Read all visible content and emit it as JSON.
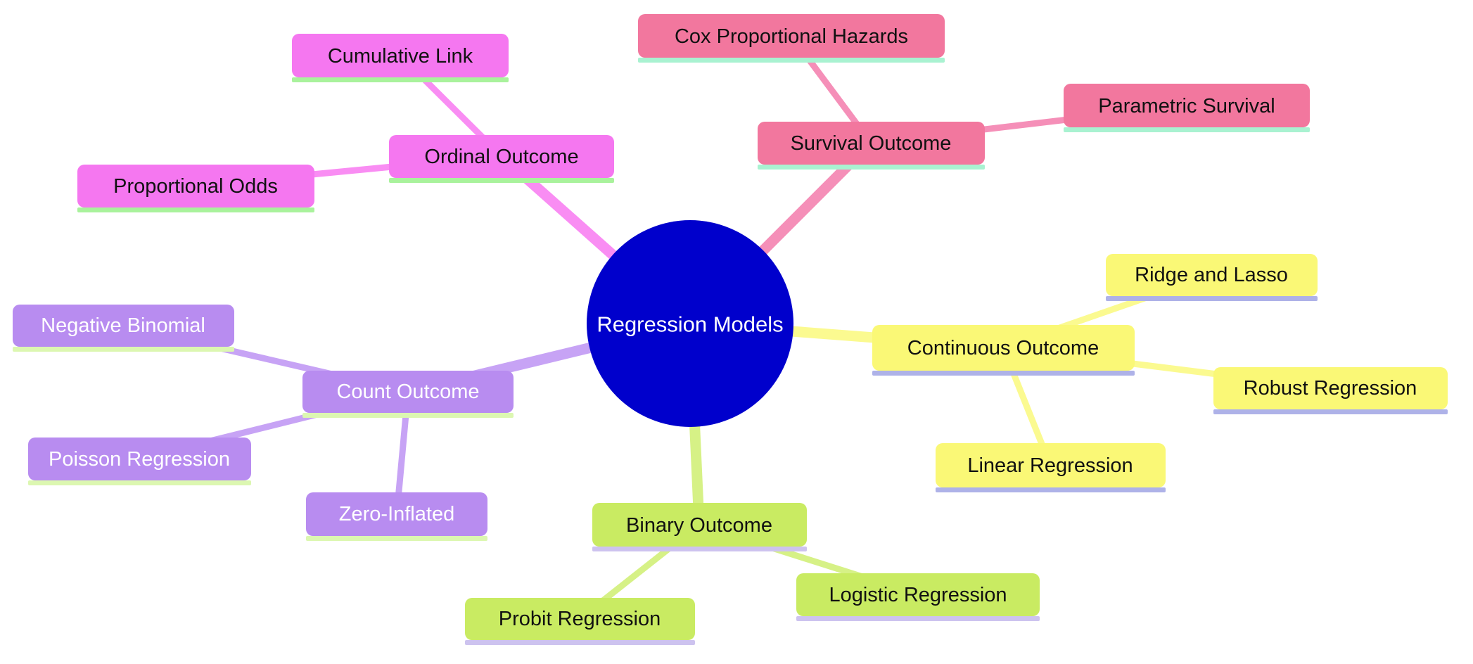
{
  "diagram": {
    "type": "mindmap",
    "title": "Regression Models"
  },
  "center": {
    "label": "Regression Models",
    "fill": "#0000CC",
    "text_color": "#FFFFFF"
  },
  "branches": [
    {
      "id": "survival-outcome",
      "label": "Survival Outcome",
      "fill": "#F2779E",
      "edge_color": "#F58FB8",
      "underline": "#A9F2D1",
      "text_color": "#111111",
      "children": [
        {
          "label": "Cox Proportional Hazards"
        },
        {
          "label": "Parametric Survival"
        }
      ]
    },
    {
      "id": "ordinal-outcome",
      "label": "Ordinal Outcome",
      "fill": "#F577F0",
      "edge_color": "#F98DF3",
      "underline": "#A9F29C",
      "text_color": "#111111",
      "children": [
        {
          "label": "Cumulative Link"
        },
        {
          "label": "Proportional Odds"
        }
      ]
    },
    {
      "id": "continuous-outcome",
      "label": "Continuous Outcome",
      "fill": "#FAF876",
      "edge_color": "#FBFA90",
      "underline": "#AEB2E8",
      "text_color": "#111111",
      "children": [
        {
          "label": "Ridge and Lasso"
        },
        {
          "label": "Robust Regression"
        },
        {
          "label": "Linear Regression"
        }
      ]
    },
    {
      "id": "count-outcome",
      "label": "Count Outcome",
      "fill": "#B88CF0",
      "edge_color": "#C7A3F5",
      "underline": "#DCF7B1",
      "text_color": "#FFFFFF",
      "children": [
        {
          "label": "Negative Binomial"
        },
        {
          "label": "Poisson Regression"
        },
        {
          "label": "Zero-Inflated"
        }
      ]
    },
    {
      "id": "binary-outcome",
      "label": "Binary Outcome",
      "fill": "#C9EB62",
      "edge_color": "#D6F186",
      "underline": "#CDC3EF",
      "text_color": "#111111",
      "children": [
        {
          "label": "Probit Regression"
        },
        {
          "label": "Logistic Regression"
        }
      ]
    }
  ]
}
